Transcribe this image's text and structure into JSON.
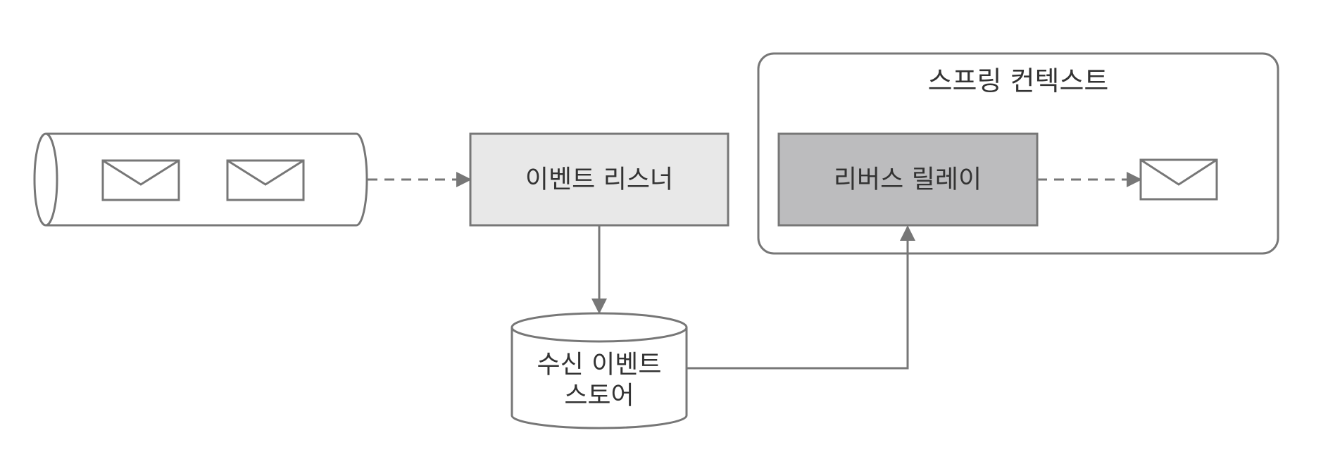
{
  "diagram": {
    "context_title": "스프링 컨텍스트",
    "event_listener_label": "이벤트 리스너",
    "reverse_relay_label": "리버스 릴레이",
    "store_label_line1": "수신 이벤트",
    "store_label_line2": "스토어"
  },
  "colors": {
    "stroke": "#777777",
    "listener_fill": "#e8e8e8",
    "relay_fill": "#bcbcbe",
    "text": "#333333"
  },
  "icons": {
    "message_queue": "pipe-icon",
    "message": "envelope-icon",
    "store": "database-cylinder-icon"
  }
}
